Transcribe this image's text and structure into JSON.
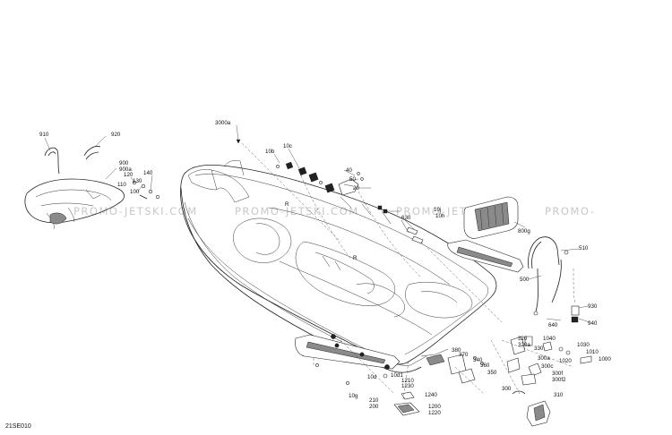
{
  "figure_id": "21SE010",
  "watermark": [
    "PROMO-JETSKI.COM",
    "PROMO-JETSKI.COM",
    "PROMO-JETSKI.COM",
    "PROMO-"
  ],
  "callouts": {
    "c910": "910",
    "c920": "920",
    "c900": "900",
    "c900a": "900a",
    "c120": "120",
    "c140": "140",
    "c110": "110",
    "c130": "130",
    "c100": "100",
    "c3000a": "3000a",
    "c10b": "10b",
    "c10c": "10c",
    "c40": "40",
    "c50": "50",
    "c20": "20",
    "c10j": "10j",
    "c10h": "10h",
    "c630": "630",
    "c800g": "800g",
    "c510": "510",
    "c500": "500",
    "c930": "930",
    "c640": "640",
    "c940": "940",
    "c320": "320",
    "c320a": "320a",
    "c1040": "1040",
    "c330": "330",
    "c1030": "1030",
    "c380": "380",
    "c1010": "1010",
    "c370": "370",
    "c300a": "300a",
    "c1020": "1020",
    "c340": "340",
    "c1000": "1000",
    "c360": "360",
    "c300c": "300c",
    "c300f": "300f",
    "c350": "350",
    "c300f2": "300f2",
    "c300": "300",
    "c310": "310",
    "c1210": "1210",
    "c1230": "1230",
    "c10d": "10d",
    "c10d1": "10d1",
    "c10g": "10g",
    "c1240": "1240",
    "c210": "210",
    "c200": "200",
    "c1200": "1200",
    "c1220": "1220"
  }
}
